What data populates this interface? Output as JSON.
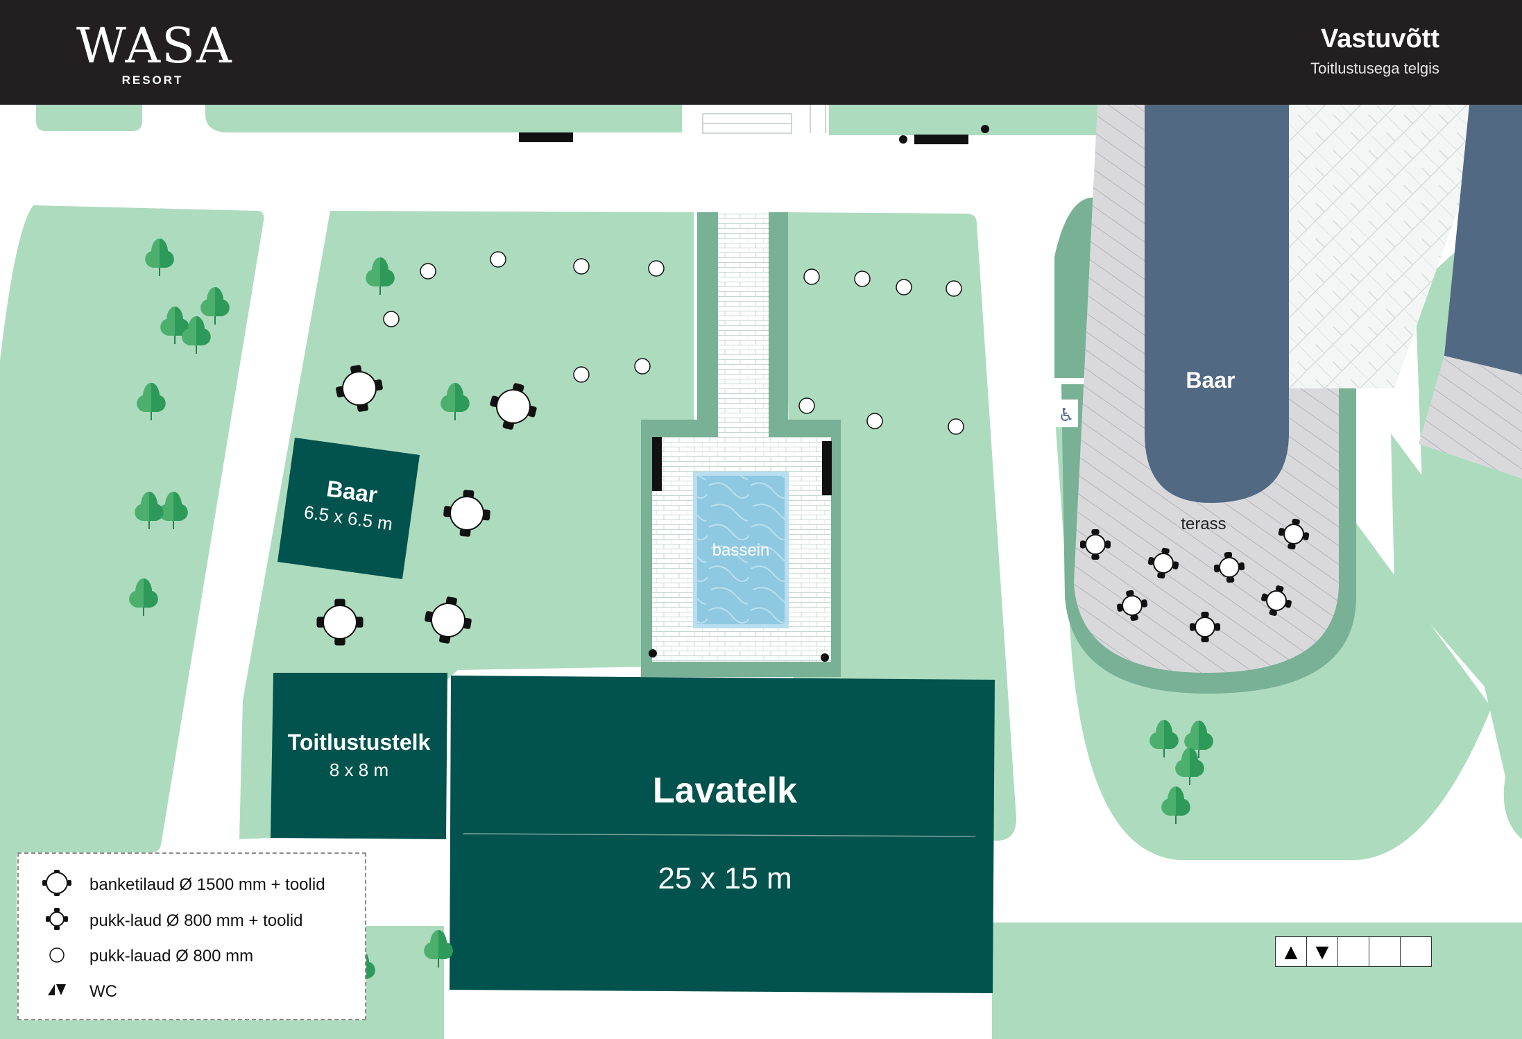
{
  "header": {
    "logo_text": "WASA",
    "logo_subtext": "RESORT",
    "title": "Vastuvõtt",
    "subtitle": "Toitlustusega telgis"
  },
  "map": {
    "bar_tent_label": "Baar",
    "bar_tent_size": "6.5 x 6.5 m",
    "catering_tent_label": "Toitlustustelk",
    "catering_tent_size": "8 x 8 m",
    "stage_tent_label": "Lavatelk",
    "stage_tent_size": "25 x 15 m",
    "pool_label": "bassein",
    "building_bar_label": "Baar",
    "terrace_label": "terass",
    "accessibility_icon": "wheelchair-icon"
  },
  "legend": {
    "items": [
      {
        "icon": "banquet-table-icon",
        "label": "banketilaud  Ø 1500 mm + toolid"
      },
      {
        "icon": "trestle-table-chairs-icon",
        "label": "pukk-laud  Ø 800 mm + toolid"
      },
      {
        "icon": "trestle-table-icon",
        "label": "pukk-lauad  Ø 800 mm"
      },
      {
        "icon": "wc-icon",
        "label": "WC"
      }
    ]
  },
  "wc_cells": [
    "▲",
    "▼",
    "",
    "",
    ""
  ],
  "colors": {
    "header_bg": "#231f20",
    "lawn": "#addbbe",
    "lawn_border": "#78b195",
    "tent": "#02524d",
    "building": "#516983",
    "pool": "#8cc8e0",
    "tree": "#4caf6e"
  }
}
